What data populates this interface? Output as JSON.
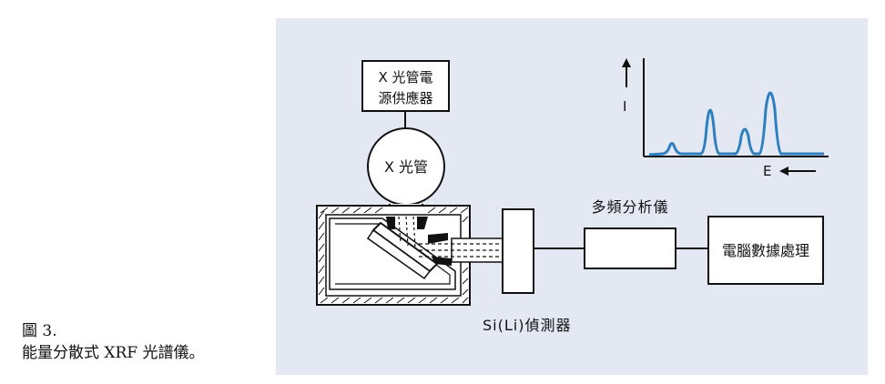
{
  "caption": {
    "line1": "圖 3.",
    "line2": "能量分散式 XRF 光譜儀。"
  },
  "diagram": {
    "power_supply_line1": "X 光管電",
    "power_supply_line2": "源供應器",
    "xray_tube": "X 光管",
    "mca": "多頻分析儀",
    "computer": "電腦數據處理",
    "detector": "Si(Li)偵測器",
    "axis_y": "I",
    "axis_x": "E"
  },
  "colors": {
    "panel_bg": "#e3e8f3",
    "spectrum_line": "#2d7fc0",
    "ink": "#111111"
  }
}
